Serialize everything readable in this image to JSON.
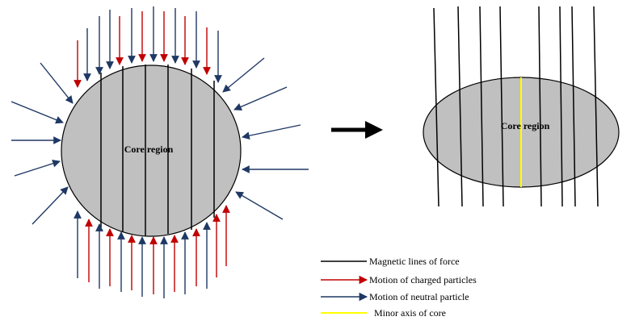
{
  "diagram": {
    "left_label": "Core region",
    "right_label": "Core region"
  },
  "legend": [
    {
      "label": "Magnetic lines of force",
      "color": "#000000"
    },
    {
      "label": "Motion of charged particles",
      "color": "#c00000"
    },
    {
      "label": "Motion of neutral particle",
      "color": "#1f3864"
    },
    {
      "label": "Minor axis of core",
      "color": "#ffff00"
    }
  ],
  "colors": {
    "core_fill": "#c0c0c0",
    "field_line": "#000000",
    "charged": "#c00000",
    "neutral": "#1f3864",
    "minor_axis": "#ffff00"
  }
}
